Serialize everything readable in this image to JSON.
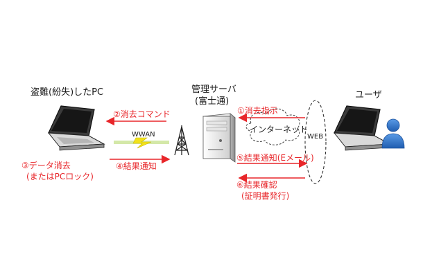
{
  "nodes": {
    "stolen_pc": "盗難(紛失)したPC",
    "server_line1": "管理サーバ",
    "server_line2": "(富士通)",
    "user": "ユーザ"
  },
  "network": {
    "wwan": "WWAN",
    "internet": "インターネット",
    "web": "WEB"
  },
  "steps": {
    "s1": "①消去指示",
    "s2": "②消去コマンド",
    "s3_line1": "③データ消去",
    "s3_line2": "(またはPCロック)",
    "s4": "④結果通知",
    "s5": "⑤結果通知(Eメール)",
    "s6_line1": "⑥結果確認",
    "s6_line2": "(証明書発行)"
  },
  "colors": {
    "arrow": "#e8262a",
    "lightning": "#f2e21a",
    "wwan_band": "#d4e8a8",
    "user_figure": "#2a6fc4"
  }
}
